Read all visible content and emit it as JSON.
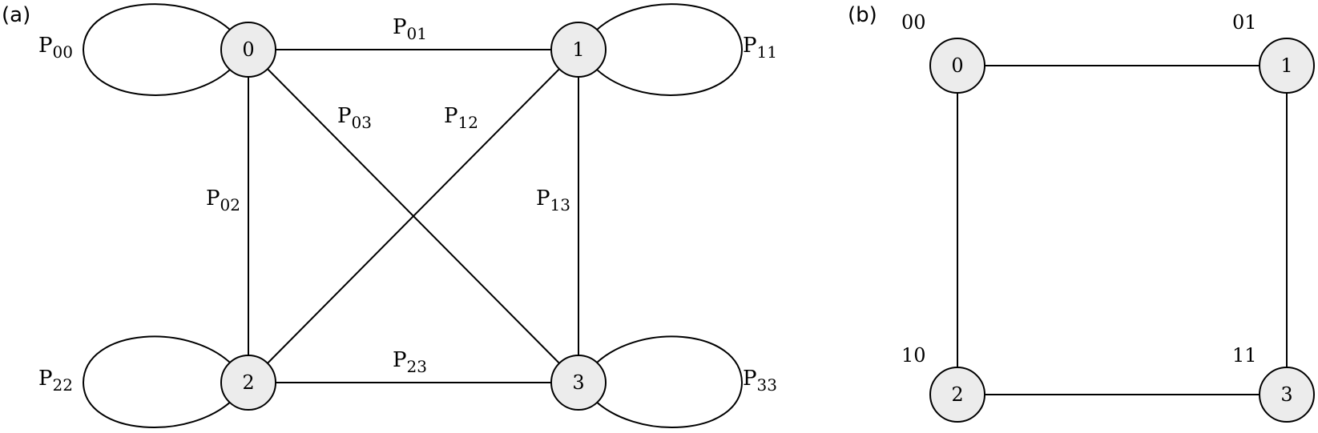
{
  "panel_a": {
    "label": "(a)",
    "nodes": [
      "0",
      "1",
      "2",
      "3"
    ],
    "edges": {
      "e01": {
        "p": "P",
        "sub": "01"
      },
      "e02": {
        "p": "P",
        "sub": "02"
      },
      "e03": {
        "p": "P",
        "sub": "03"
      },
      "e12": {
        "p": "P",
        "sub": "12"
      },
      "e13": {
        "p": "P",
        "sub": "13"
      },
      "e23": {
        "p": "P",
        "sub": "23"
      }
    },
    "loops": {
      "l00": {
        "p": "P",
        "sub": "00"
      },
      "l11": {
        "p": "P",
        "sub": "11"
      },
      "l22": {
        "p": "P",
        "sub": "22"
      },
      "l33": {
        "p": "P",
        "sub": "33"
      }
    }
  },
  "panel_b": {
    "label": "(b)",
    "nodes": [
      "0",
      "1",
      "2",
      "3"
    ],
    "codes": [
      "00",
      "01",
      "10",
      "11"
    ]
  }
}
